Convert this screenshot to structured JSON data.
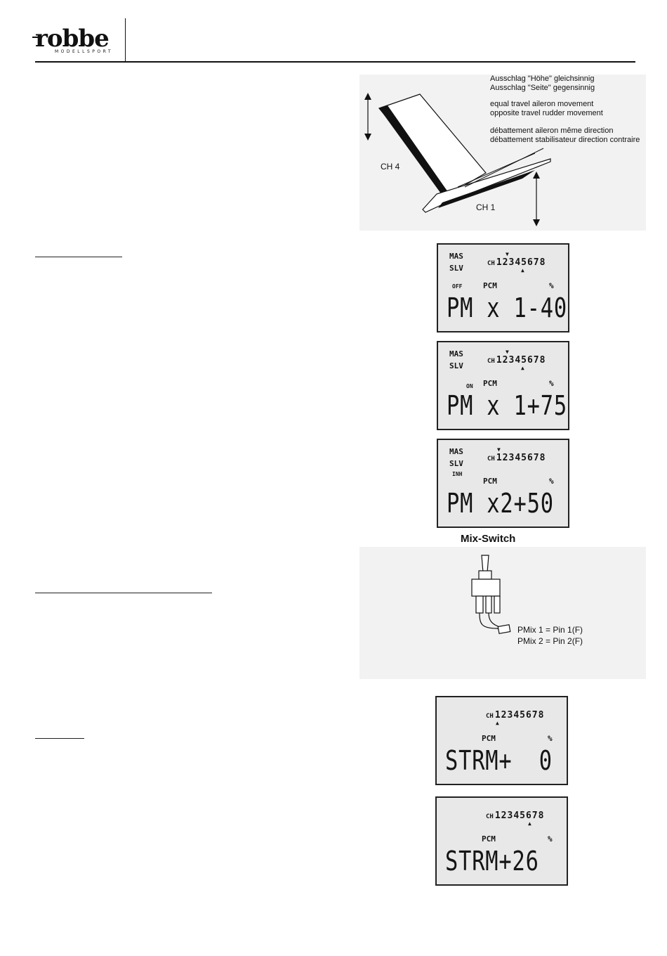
{
  "header": {
    "logo_text": "robbe",
    "logo_subtext": "MODELLSPORT"
  },
  "figure_tail": {
    "caption_lines": [
      "Ausschlag \"Höhe\" gleichsinnig",
      "Ausschlag \"Seite\" gegensinnig",
      "equal travel aileron movement",
      "opposite travel rudder movement",
      "débattement aileron même direction",
      "débattement stabilisateur direction contraire"
    ],
    "label_ch4": "CH 4",
    "label_ch1": "CH 1"
  },
  "lcd_panels": [
    {
      "line1": "MAS",
      "line2": "SLV",
      "state": "OFF",
      "ch_prefix": "CH",
      "ch_digits": "12345678",
      "pcm": "PCM",
      "percent": "%",
      "big": "PM x 1-40"
    },
    {
      "line1": "MAS",
      "line2": "SLV",
      "state": "ON",
      "ch_prefix": "CH",
      "ch_digits": "12345678",
      "pcm": "PCM",
      "percent": "%",
      "big": "PM x 1+75"
    },
    {
      "line1": "MAS",
      "line2": "SLV",
      "state": "INH",
      "ch_prefix": "CH",
      "ch_digits": "12345678",
      "pcm": "PCM",
      "percent": "%",
      "big": "PM x2+50"
    },
    {
      "ch_prefix": "CH",
      "ch_digits": "12345678",
      "pcm": "PCM",
      "percent": "%",
      "big": "STRM+  0"
    },
    {
      "ch_prefix": "CH",
      "ch_digits": "12345678",
      "pcm": "PCM",
      "percent": "%",
      "big": "STRM+26"
    }
  ],
  "mix_switch": {
    "title": "Mix-Switch",
    "pin_lines": [
      "PMix 1 = Pin 1(F)",
      "PMix 2 = Pin 2(F)"
    ]
  }
}
